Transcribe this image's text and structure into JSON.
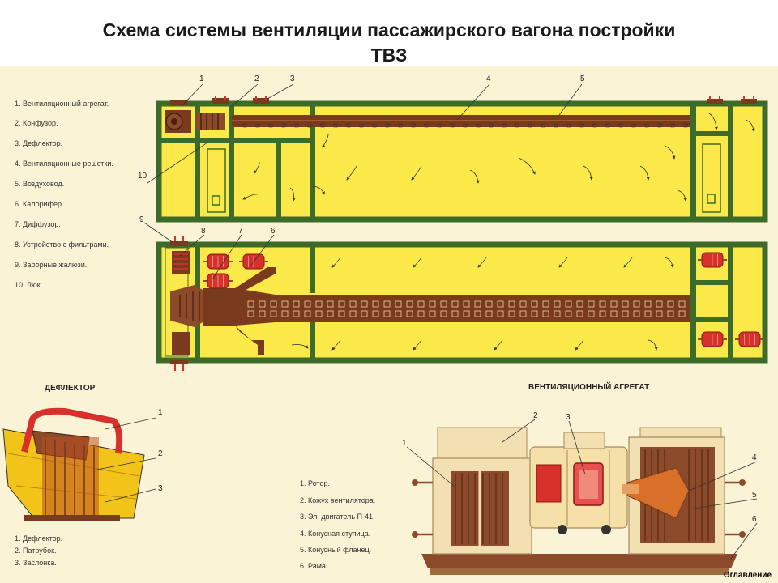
{
  "title": {
    "line1": "Схема системы вентиляции пассажирского вагона постройки",
    "line2": "ТВЗ"
  },
  "colors": {
    "frame": "#3d6b2a",
    "fill": "#fbe94a",
    "duct": "#7a3a1e",
    "heater": "#d8302a",
    "paper": "#fbf3d6",
    "deflector": "#f2c41a",
    "unit_body": "#f2dfb2"
  },
  "legend_main": [
    "1. Вентиляционный агрегат.",
    "2. Конфузор.",
    "3. Дефлектор.",
    "4. Вентиляционные решетки.",
    "5. Воздуховод.",
    "6. Калорифер.",
    "7. Диффузор.",
    "8. Устройство с фильтрами.",
    "9. Заборные жалюзи.",
    "10. Люк."
  ],
  "callouts_top": [
    "1",
    "2",
    "3",
    "4",
    "5",
    "10"
  ],
  "callouts_plan": [
    "9",
    "8",
    "7",
    "6"
  ],
  "deflector": {
    "heading": "ДЕФЛЕКТОР",
    "callouts": [
      "1",
      "2",
      "3"
    ],
    "legend": [
      "1. Дефлектор.",
      "2. Патрубок.",
      "3. Заслонка."
    ]
  },
  "fan_unit": {
    "heading": "ВЕНТИЛЯЦИОННЫЙ АГРЕГАТ",
    "callouts": [
      "1",
      "2",
      "3",
      "4",
      "5",
      "6"
    ],
    "legend": [
      "1. Ротор.",
      "2. Кожух вентилятора.",
      "3. Эл. двигатель П-41.",
      "4. Конусная ступица.",
      "5. Конусный фланец.",
      "6. Рама."
    ]
  },
  "footer": {
    "toc_label": "Оглавление"
  }
}
